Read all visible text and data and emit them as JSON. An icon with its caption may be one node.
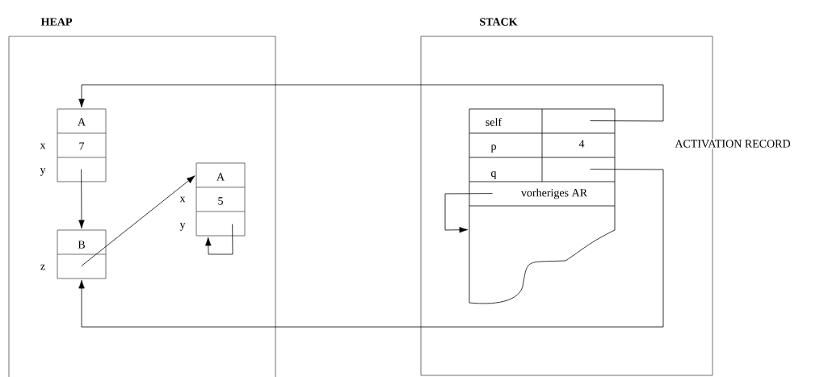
{
  "diagram": {
    "nodes": [
      {
        "text": [
          "HEAP"
        ]
      },
      {
        "text": [
          "STACK"
        ]
      },
      {
        "text": [
          "A",
          "7"
        ],
        "in": 0,
        "beside": [
          "x",
          "y"
        ]
      },
      {
        "text": [
          "B"
        ],
        "in": 0,
        "beside": [
          "z"
        ]
      },
      {
        "text": [
          "A",
          "5"
        ],
        "in": 0,
        "beside": [
          "x",
          "y"
        ]
      },
      {
        "text": [
          "self",
          "p",
          "4",
          "q",
          "vorheriges AR"
        ],
        "in": 1
      }
    ],
    "labels": [
      "ACTIVATION RECORD"
    ],
    "edges": [
      {
        "from": 5,
        "to": 2,
        "arrow": "to"
      },
      {
        "from": 2,
        "to": 3,
        "arrow": "to"
      },
      {
        "from": 3,
        "to": 4,
        "arrow": "to"
      },
      {
        "from": 4,
        "to": 4,
        "arrow": "to"
      },
      {
        "from": 5,
        "to": 5,
        "arrow": "to"
      },
      {
        "from": 5,
        "to": 3,
        "arrow": "to"
      }
    ]
  }
}
